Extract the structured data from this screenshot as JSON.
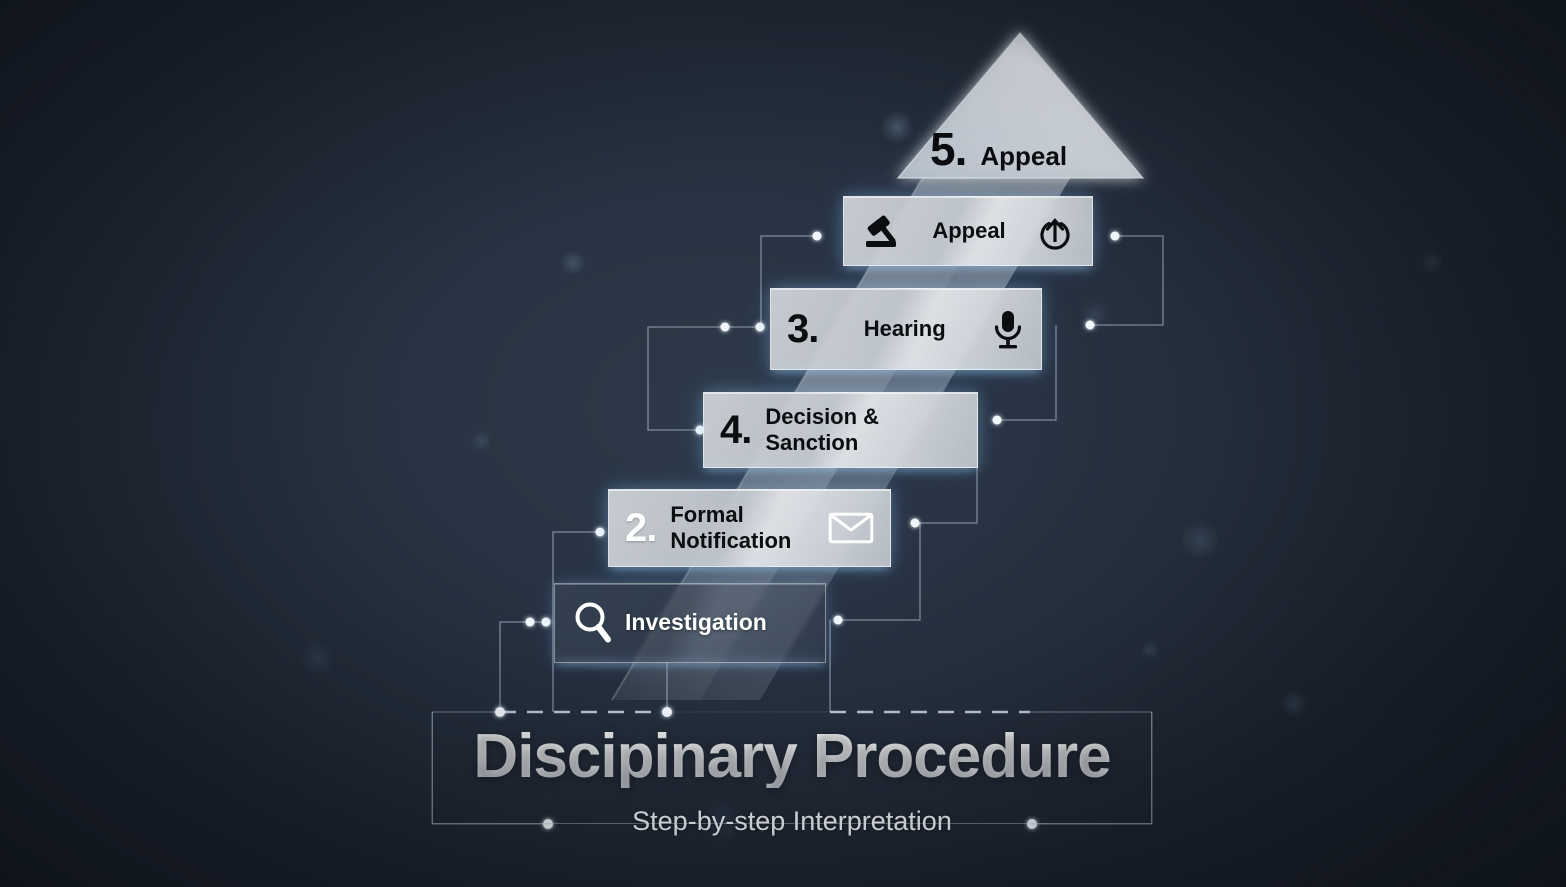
{
  "title": {
    "heading": "Discipinary Procedure",
    "subheading": "Step-by-step Interpretation"
  },
  "arrowhead": {
    "number": "5.",
    "label": "Appeal"
  },
  "steps": [
    {
      "id": "appeal",
      "number": "",
      "label": "Appeal",
      "icon_left": "gavel-icon",
      "icon_right": "appeal-restore-arrow-icon",
      "style": "light"
    },
    {
      "id": "hearing",
      "number": "3.",
      "label": "Hearing",
      "icon_left": "",
      "icon_right": "microphone-icon",
      "style": "light"
    },
    {
      "id": "decision",
      "number": "4.",
      "label": "Decision &\nSanction",
      "icon_left": "",
      "icon_right": "",
      "style": "light"
    },
    {
      "id": "notification",
      "number": "2.",
      "label": "Formal\nNotification",
      "icon_left": "",
      "icon_right": "envelope-icon",
      "style": "light"
    },
    {
      "id": "investigation",
      "number": "",
      "label": "Investigation",
      "icon_left": "magnifier-icon",
      "icon_right": "",
      "style": "dark"
    }
  ],
  "colors": {
    "background_center": "#2e3a49",
    "background_edge": "#171d27",
    "card_light": "#d4d9df",
    "card_text_dark": "#0b0d10",
    "card_text_light": "#ffffff",
    "glow": "#8fcbff",
    "connector": "#b9c9da"
  }
}
